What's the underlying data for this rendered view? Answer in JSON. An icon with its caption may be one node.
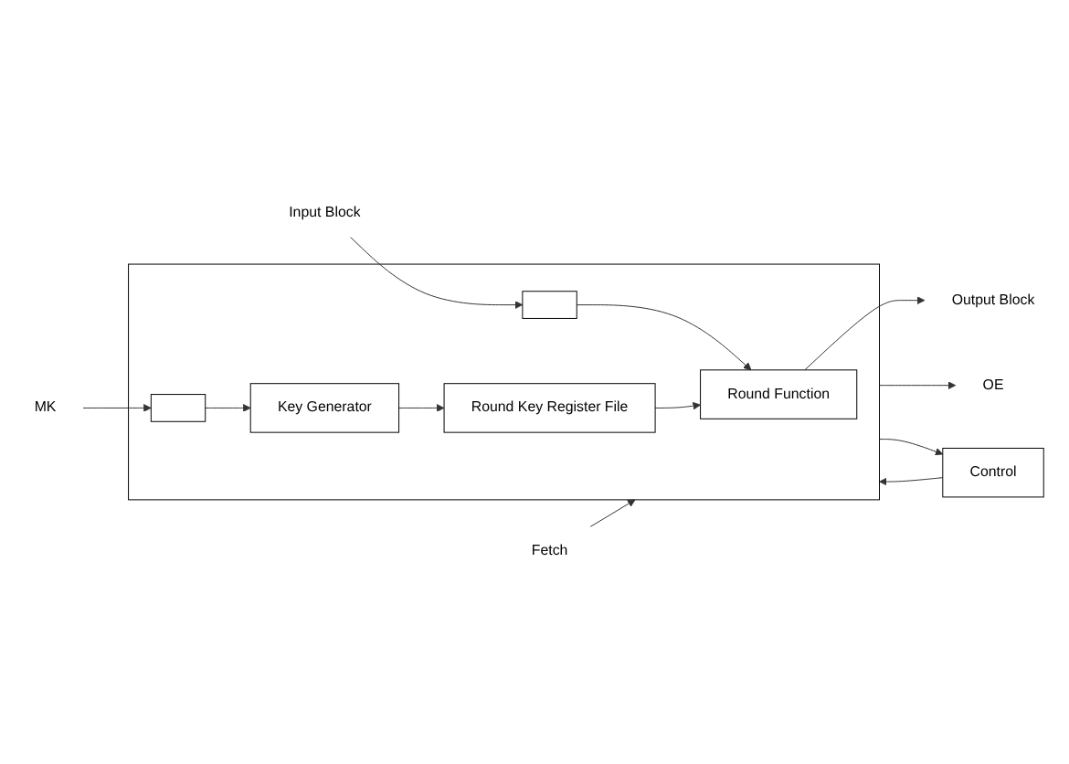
{
  "diagram": {
    "nodes": [
      {
        "text": [
          "Input Block"
        ]
      },
      {
        "text": [],
        "shape": "box"
      },
      {
        "text": [],
        "shape": "box",
        "in": 1
      },
      {
        "text": [
          "Round Function"
        ],
        "in": 1
      },
      {
        "text": [
          "Output Block"
        ]
      },
      {
        "text": [
          "Fetch"
        ]
      },
      {
        "text": [
          "MK"
        ]
      },
      {
        "text": [],
        "shape": "box",
        "in": 1
      },
      {
        "text": [
          "Key Generator"
        ],
        "in": 1
      },
      {
        "text": [
          "Round Key Register File"
        ],
        "in": 1
      },
      {
        "text": [
          "OE"
        ]
      },
      {
        "text": [
          "Control"
        ]
      }
    ],
    "edges": [
      {
        "from": 0,
        "to": 2,
        "arrow": "to"
      },
      {
        "from": 2,
        "to": 3,
        "arrow": "to"
      },
      {
        "from": 9,
        "to": 3,
        "arrow": "to"
      },
      {
        "from": 3,
        "to": 4,
        "arrow": "to"
      },
      {
        "from": 5,
        "to": 1,
        "arrow": "to"
      },
      {
        "from": 6,
        "to": 7,
        "arrow": "to"
      },
      {
        "from": 7,
        "to": 8,
        "arrow": "to"
      },
      {
        "from": 8,
        "to": 9,
        "arrow": "to"
      },
      {
        "from": 1,
        "to": 10,
        "arrow": "to"
      },
      {
        "from": 11,
        "to": 1,
        "arrow": "to"
      },
      {
        "from": 1,
        "to": 11,
        "arrow": "to"
      }
    ]
  }
}
